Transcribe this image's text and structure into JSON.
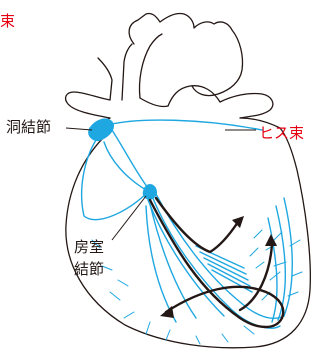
{
  "labels": {
    "corner_fragment": "束",
    "his_bundle": "ヒス束",
    "sa_node": "洞結節",
    "av_node_line1": "房室",
    "av_node_line2": "結節"
  },
  "colors": {
    "conduction": "#1ea7e1",
    "his_label": "#e60012",
    "outline": "#231815",
    "arrows": "#231815"
  }
}
